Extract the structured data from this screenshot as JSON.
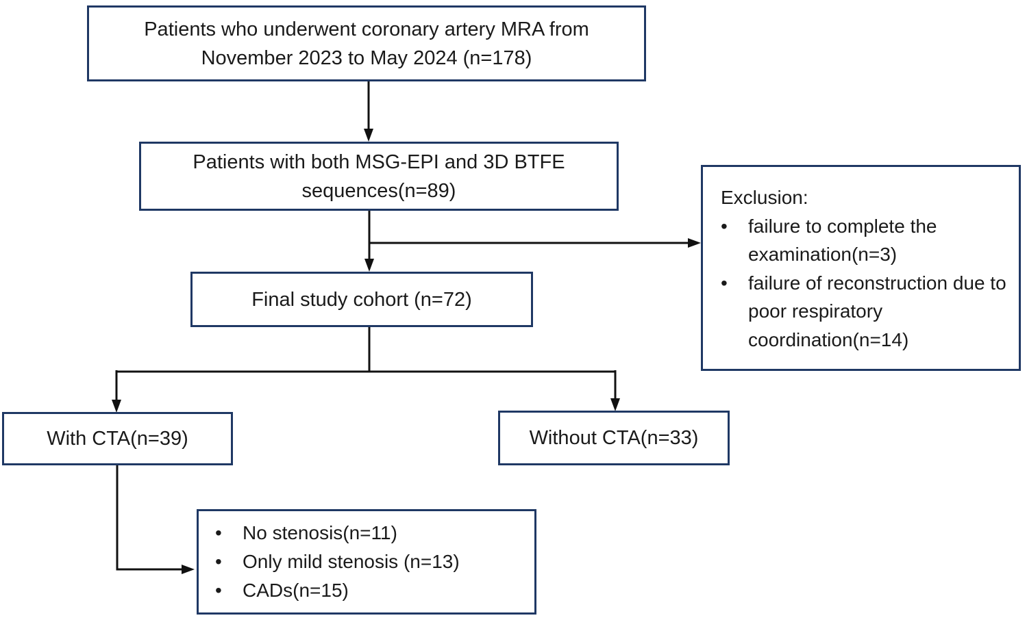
{
  "style": {
    "border_color": "#1f3864",
    "line_color": "#111111",
    "text_color": "#1a1a1a",
    "background": "#ffffff"
  },
  "glyphs": {
    "bullet": "•"
  },
  "nodes": {
    "mra_patients": {
      "lines": [
        "Patients who underwent coronary artery MRA from",
        "November 2023 to May 2024 (n=178)"
      ]
    },
    "both_sequences": {
      "lines": [
        "Patients with both MSG-EPI and 3D BTFE",
        "sequences(n=89)"
      ]
    },
    "exclusion": {
      "title": "Exclusion:",
      "items": [
        "failure to complete the examination(n=3)",
        "failure of reconstruction due to poor respiratory coordination(n=14)"
      ]
    },
    "final_cohort": {
      "label": "Final study cohort (n=72)"
    },
    "with_cta": {
      "label": "With CTA(n=39)"
    },
    "without_cta": {
      "label": "Without CTA(n=33)"
    },
    "cta_findings": {
      "items": [
        "No stenosis(n=11)",
        "Only mild stenosis (n=13)",
        "CADs(n=15)"
      ]
    }
  }
}
